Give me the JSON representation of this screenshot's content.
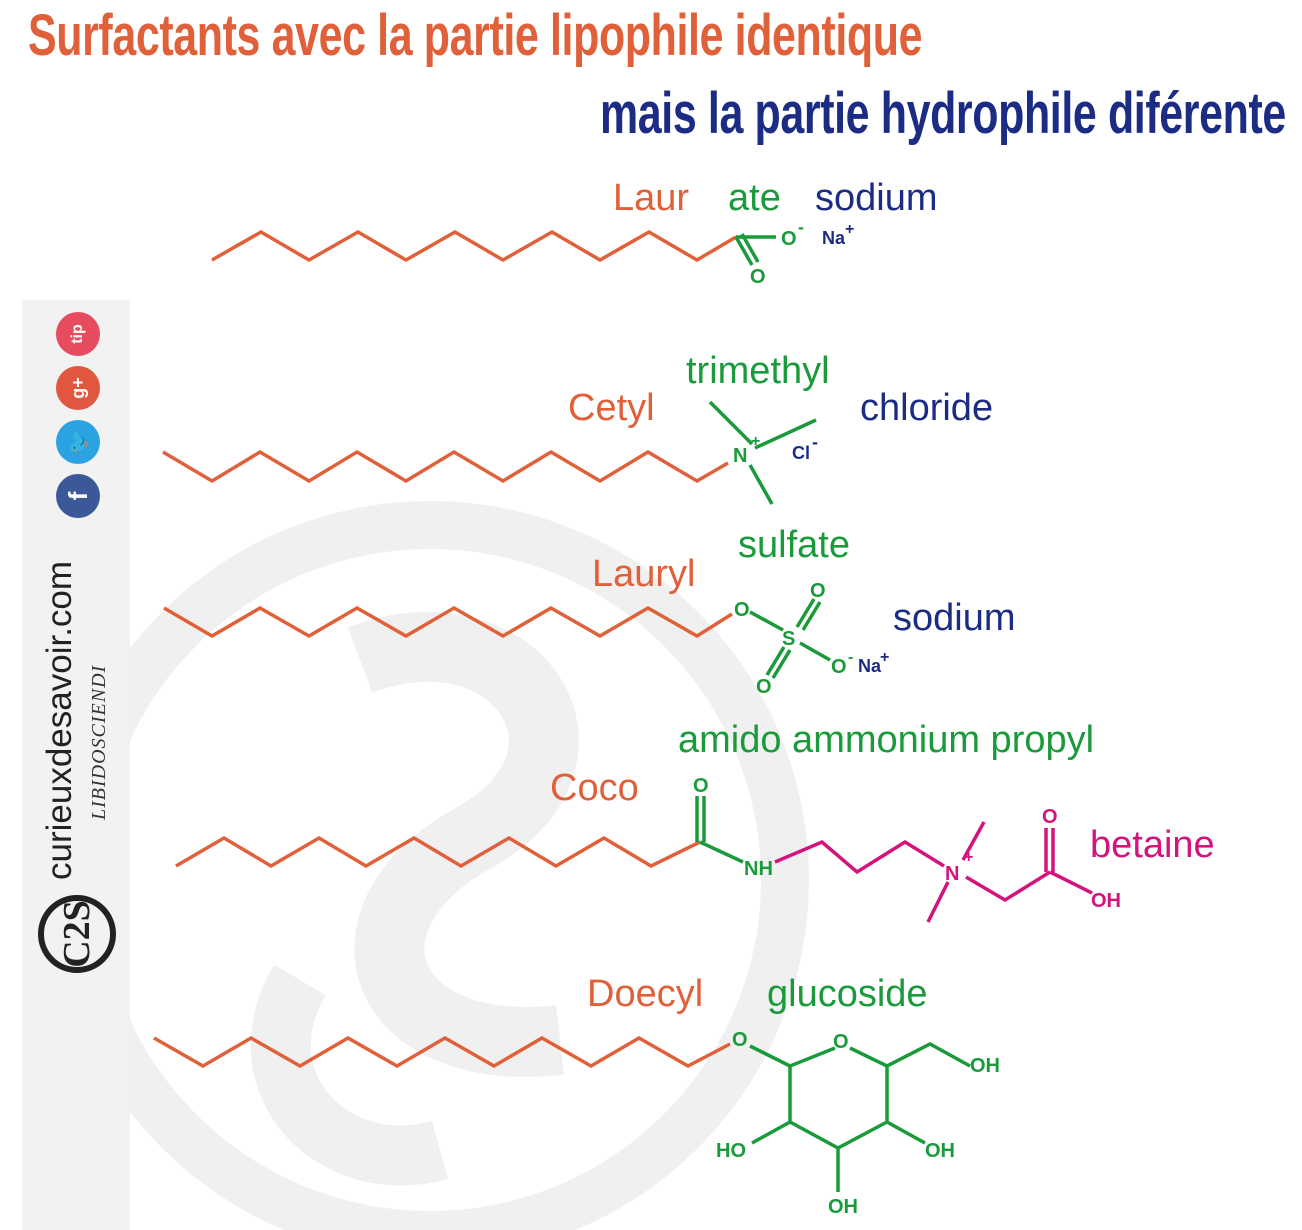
{
  "title": {
    "line1": "Surfactants avec la partie lipophile identique",
    "line2": "mais la partie hydrophile diférente"
  },
  "sidebar": {
    "site": "curieuxdesavoir.com",
    "tagline": "LIBIDOSCIENDI",
    "logo": "C2S",
    "share_icons": [
      "tip",
      "g+",
      "twitter",
      "f"
    ]
  },
  "colors": {
    "lipophile": "#e0603a",
    "hydrophile_green": "#1a9a3a",
    "counter_ion_blue": "#1c2c84",
    "betaine_magenta": "#d4137d"
  },
  "molecules": [
    {
      "lipo": "Laur",
      "hydro": "ate",
      "ion": "sodium",
      "atoms": {
        "o_minus": "O",
        "o_minus_charge": "-",
        "o_double": "O",
        "cation": "Na",
        "cation_charge": "+"
      }
    },
    {
      "lipo": "Cetyl",
      "hydro": "trimethyl",
      "ion": "chloride",
      "atoms": {
        "n": "N",
        "n_charge": "+",
        "anion": "Cl",
        "anion_charge": "-"
      }
    },
    {
      "lipo": "Lauryl",
      "hydro": "sulfate",
      "ion": "sodium",
      "atoms": {
        "o_link": "O",
        "s": "S",
        "o_top": "O",
        "o_bottom": "O",
        "o_minus": "O",
        "o_minus_charge": "-",
        "cation": "Na",
        "cation_charge": "+"
      }
    },
    {
      "lipo": "Coco",
      "hydro": "amido ammonium propyl",
      "ion": "betaine",
      "atoms": {
        "o_amide": "O",
        "nh": "NH",
        "n": "N",
        "n_charge": "+",
        "o_acid": "O",
        "oh": "OH"
      }
    },
    {
      "lipo": "Doecyl",
      "hydro": "glucoside",
      "atoms": {
        "o_link": "O",
        "o_ring": "O",
        "oh_right": "OH",
        "oh_left": "HO",
        "oh_bottom_right": "OH",
        "oh_bottom": "OH"
      }
    }
  ]
}
